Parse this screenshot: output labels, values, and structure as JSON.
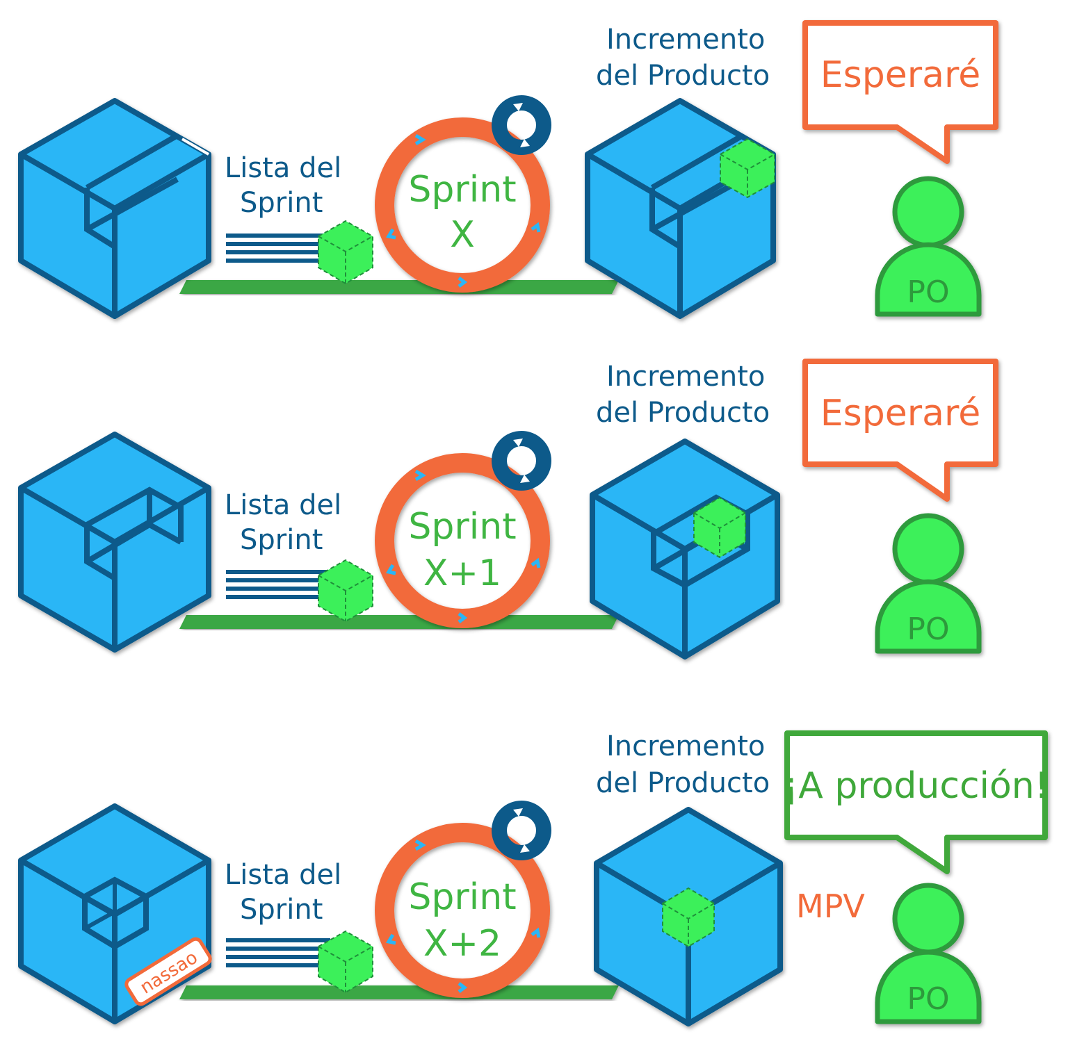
{
  "rows": [
    {
      "list_label_1": "Lista del",
      "list_label_2": "Sprint",
      "sprint_label": "Sprint",
      "sprint_number": "X",
      "increment_label_1": "Incremento",
      "increment_label_2": "del Producto",
      "speech": "Esperaré",
      "speech_color": "#f26a3a",
      "po_label": "PO"
    },
    {
      "list_label_1": "Lista del",
      "list_label_2": "Sprint",
      "sprint_label": "Sprint",
      "sprint_number": "X+1",
      "increment_label_1": "Incremento",
      "increment_label_2": "del Producto",
      "speech": "Esperaré",
      "speech_color": "#f26a3a",
      "po_label": "PO"
    },
    {
      "list_label_1": "Lista del",
      "list_label_2": "Sprint",
      "sprint_label": "Sprint",
      "sprint_number": "X+2",
      "increment_label_1": "Incremento",
      "increment_label_2": "del Producto",
      "speech": "¡A producción!",
      "speech_color": "#3fa83a",
      "po_label": "PO",
      "mvp_label": "MPV",
      "stamp": "nassao"
    }
  ],
  "colors": {
    "cube_fill": "#29b6f6",
    "cube_stroke": "#0d5a8a",
    "green_fill": "#3cf05a",
    "green_track": "#3aa744",
    "ring": "#f26a3a",
    "person": "#3cf05a",
    "person_stroke": "#2d9a3c"
  }
}
